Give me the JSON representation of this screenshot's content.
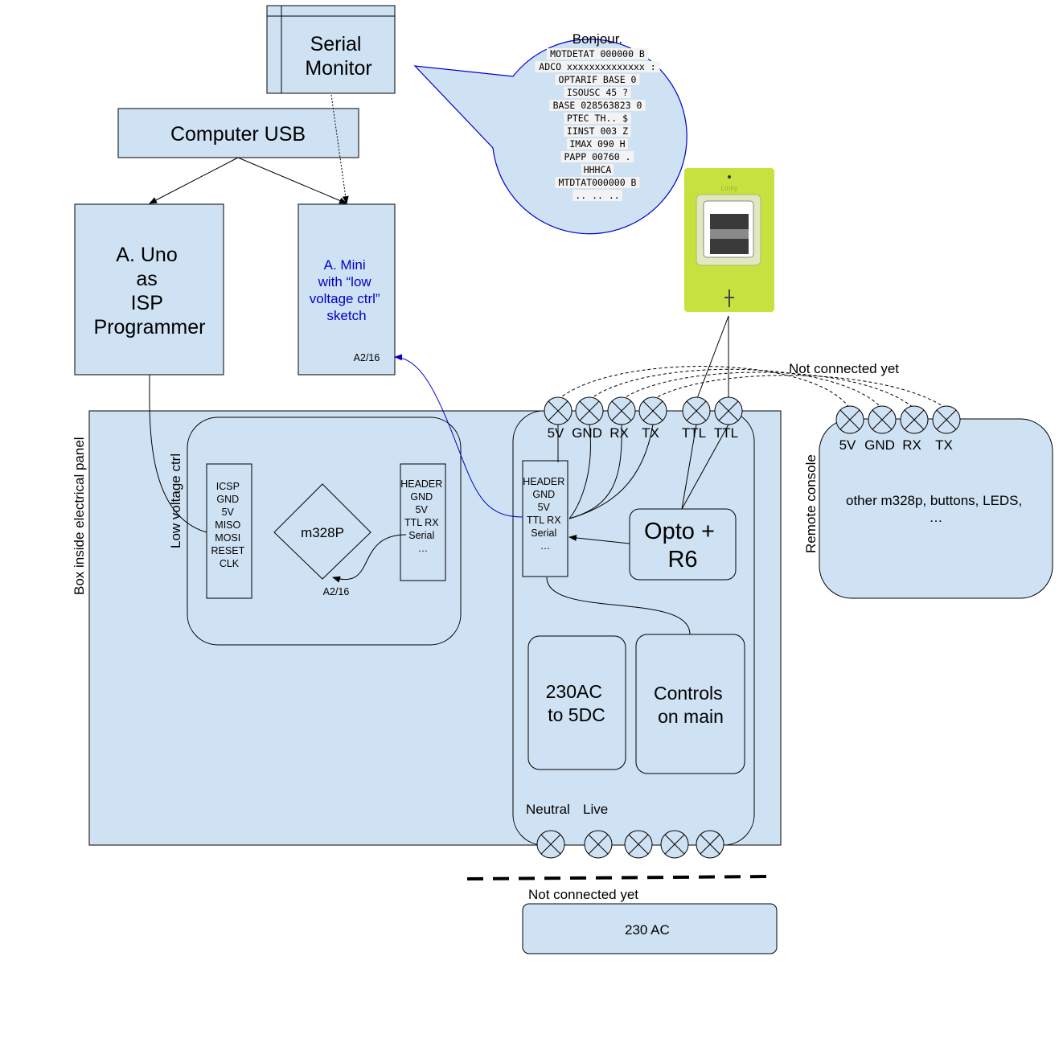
{
  "colors": {
    "fill": "#cfe2f3",
    "stroke": "#000000",
    "blue": "#0000cc",
    "linky_green": "#c7e23f",
    "monitor_text_bg": "#f3f3f3"
  },
  "serial_monitor": {
    "line1": "Serial",
    "line2": "Monitor"
  },
  "computer_usb": {
    "label": "Computer USB"
  },
  "speech_bubble": {
    "title": "Bonjour.",
    "lines": [
      "MOTDETAT 000000 B",
      "ADCO xxxxxxxxxxxxxx :",
      "OPTARIF BASE 0",
      "ISOUSC 45 ?",
      "BASE 028563823 0",
      "PTEC TH.. $",
      "IINST 003 Z",
      "IMAX 090 H",
      "PAPP 00760 .",
      "HHHCA",
      "MTDTAT000000 B",
      ".. .. .."
    ]
  },
  "meter": {
    "brand": "Linky",
    "icon": "plug-icon"
  },
  "uno": {
    "lines": [
      "A. Uno",
      "as",
      "ISP",
      "Programmer"
    ]
  },
  "mini": {
    "lines": [
      "A. Mini",
      "with “low",
      "voltage ctrl”",
      "sketch"
    ],
    "pin": "A2/16"
  },
  "not_connected_top": "Not connected yet",
  "box": {
    "label": "Box inside electrical panel",
    "low_voltage": {
      "label": "Low voltage ctrl",
      "icsp": {
        "lines": [
          "ICSP",
          "",
          "GND",
          "5V",
          "MISO",
          "MOSI",
          "RESET",
          "CLK"
        ]
      },
      "chip": "m328P",
      "header": {
        "lines": [
          "HEADER",
          "",
          "GND",
          "5V",
          "TTL RX",
          "Serial",
          "…"
        ]
      },
      "pin": "A2/16"
    },
    "terminals_top": [
      "5V",
      "GND",
      "RX",
      "TX",
      "TTL",
      "TTL"
    ],
    "header": {
      "lines": [
        "HEADER",
        "",
        "GND",
        "5V",
        "TTL RX",
        "Serial",
        "…"
      ]
    },
    "opto": {
      "lines": [
        "Opto +",
        "R6"
      ]
    },
    "psu": {
      "lines": [
        "230AC",
        "to 5DC"
      ]
    },
    "controls": {
      "lines": [
        "Controls",
        "on main"
      ]
    },
    "bottom_labels": {
      "neutral": "Neutral",
      "live": "Live"
    }
  },
  "remote": {
    "label": "Remote console",
    "terminals": [
      "5V",
      "GND",
      "RX",
      "TX"
    ],
    "text_lines": [
      "other m328p, buttons, LEDS,",
      "…"
    ]
  },
  "not_connected_bottom": "Not connected yet",
  "ac": {
    "label": "230 AC"
  }
}
